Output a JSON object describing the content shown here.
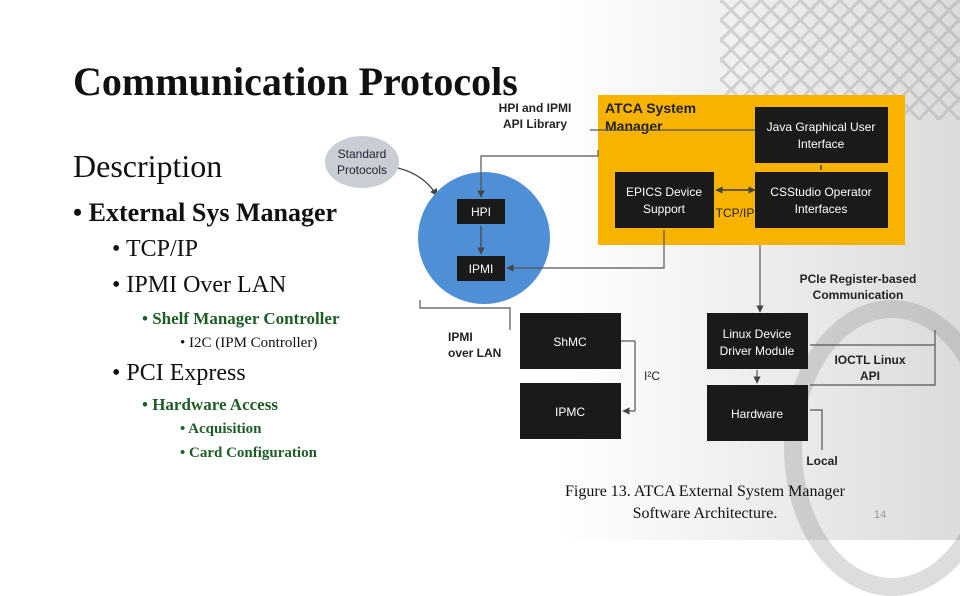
{
  "slide": {
    "title": "Communication Protocols",
    "heading": "Description",
    "bullets": {
      "external_sys_manager": "• External Sys Manager",
      "tcp_ip": "• TCP/IP",
      "ipmi_over_lan": "• IPMI Over LAN",
      "shelf_manager_controller": "•  Shelf Manager Controller",
      "i2c": "•  I2C (IPM Controller)",
      "pci_express": "• PCI Express",
      "hardware_access": "•  Hardware Access",
      "acquisition": "•  Acquisition",
      "card_configuration": "•  Card Configuration"
    },
    "caption_line1": "Figure 13. ATCA External System Manager",
    "caption_line2": "Software Architecture.",
    "page_number": "14"
  },
  "diagram": {
    "colors": {
      "yellow": "#f8b300",
      "blue": "#4f8fd6",
      "dark_box": "#1a1a1a",
      "grey_bubble": "#c9cdd4"
    },
    "standard_protocols_1": "Standard",
    "standard_protocols_2": "Protocols",
    "hpi_ipmi_lib_1": "HPI and IPMI",
    "hpi_ipmi_lib_2": "API Library",
    "hpi": "HPI",
    "ipmi": "IPMI",
    "atca_manager_1": "ATCA System",
    "atca_manager_2": "Manager",
    "java_gui_1": "Java Graphical User",
    "java_gui_2": "Interface",
    "epics_1": "EPICS Device",
    "epics_2": "Support",
    "css_1": "CSStudio Operator",
    "css_2": "Interfaces",
    "tcpip": "TCP/IP",
    "pcie_1": "PCIe Register-based",
    "pcie_2": "Communication",
    "ipmi_lan_1": "IPMI",
    "ipmi_lan_2": "over LAN",
    "shmc": "ShMC",
    "ipmc": "IPMC",
    "i2c": "I²C",
    "linux_driver_1": "Linux Device",
    "linux_driver_2": "Driver Module",
    "hardware": "Hardware",
    "ioctl_1": "IOCTL Linux",
    "ioctl_2": "API",
    "local": "Local"
  }
}
